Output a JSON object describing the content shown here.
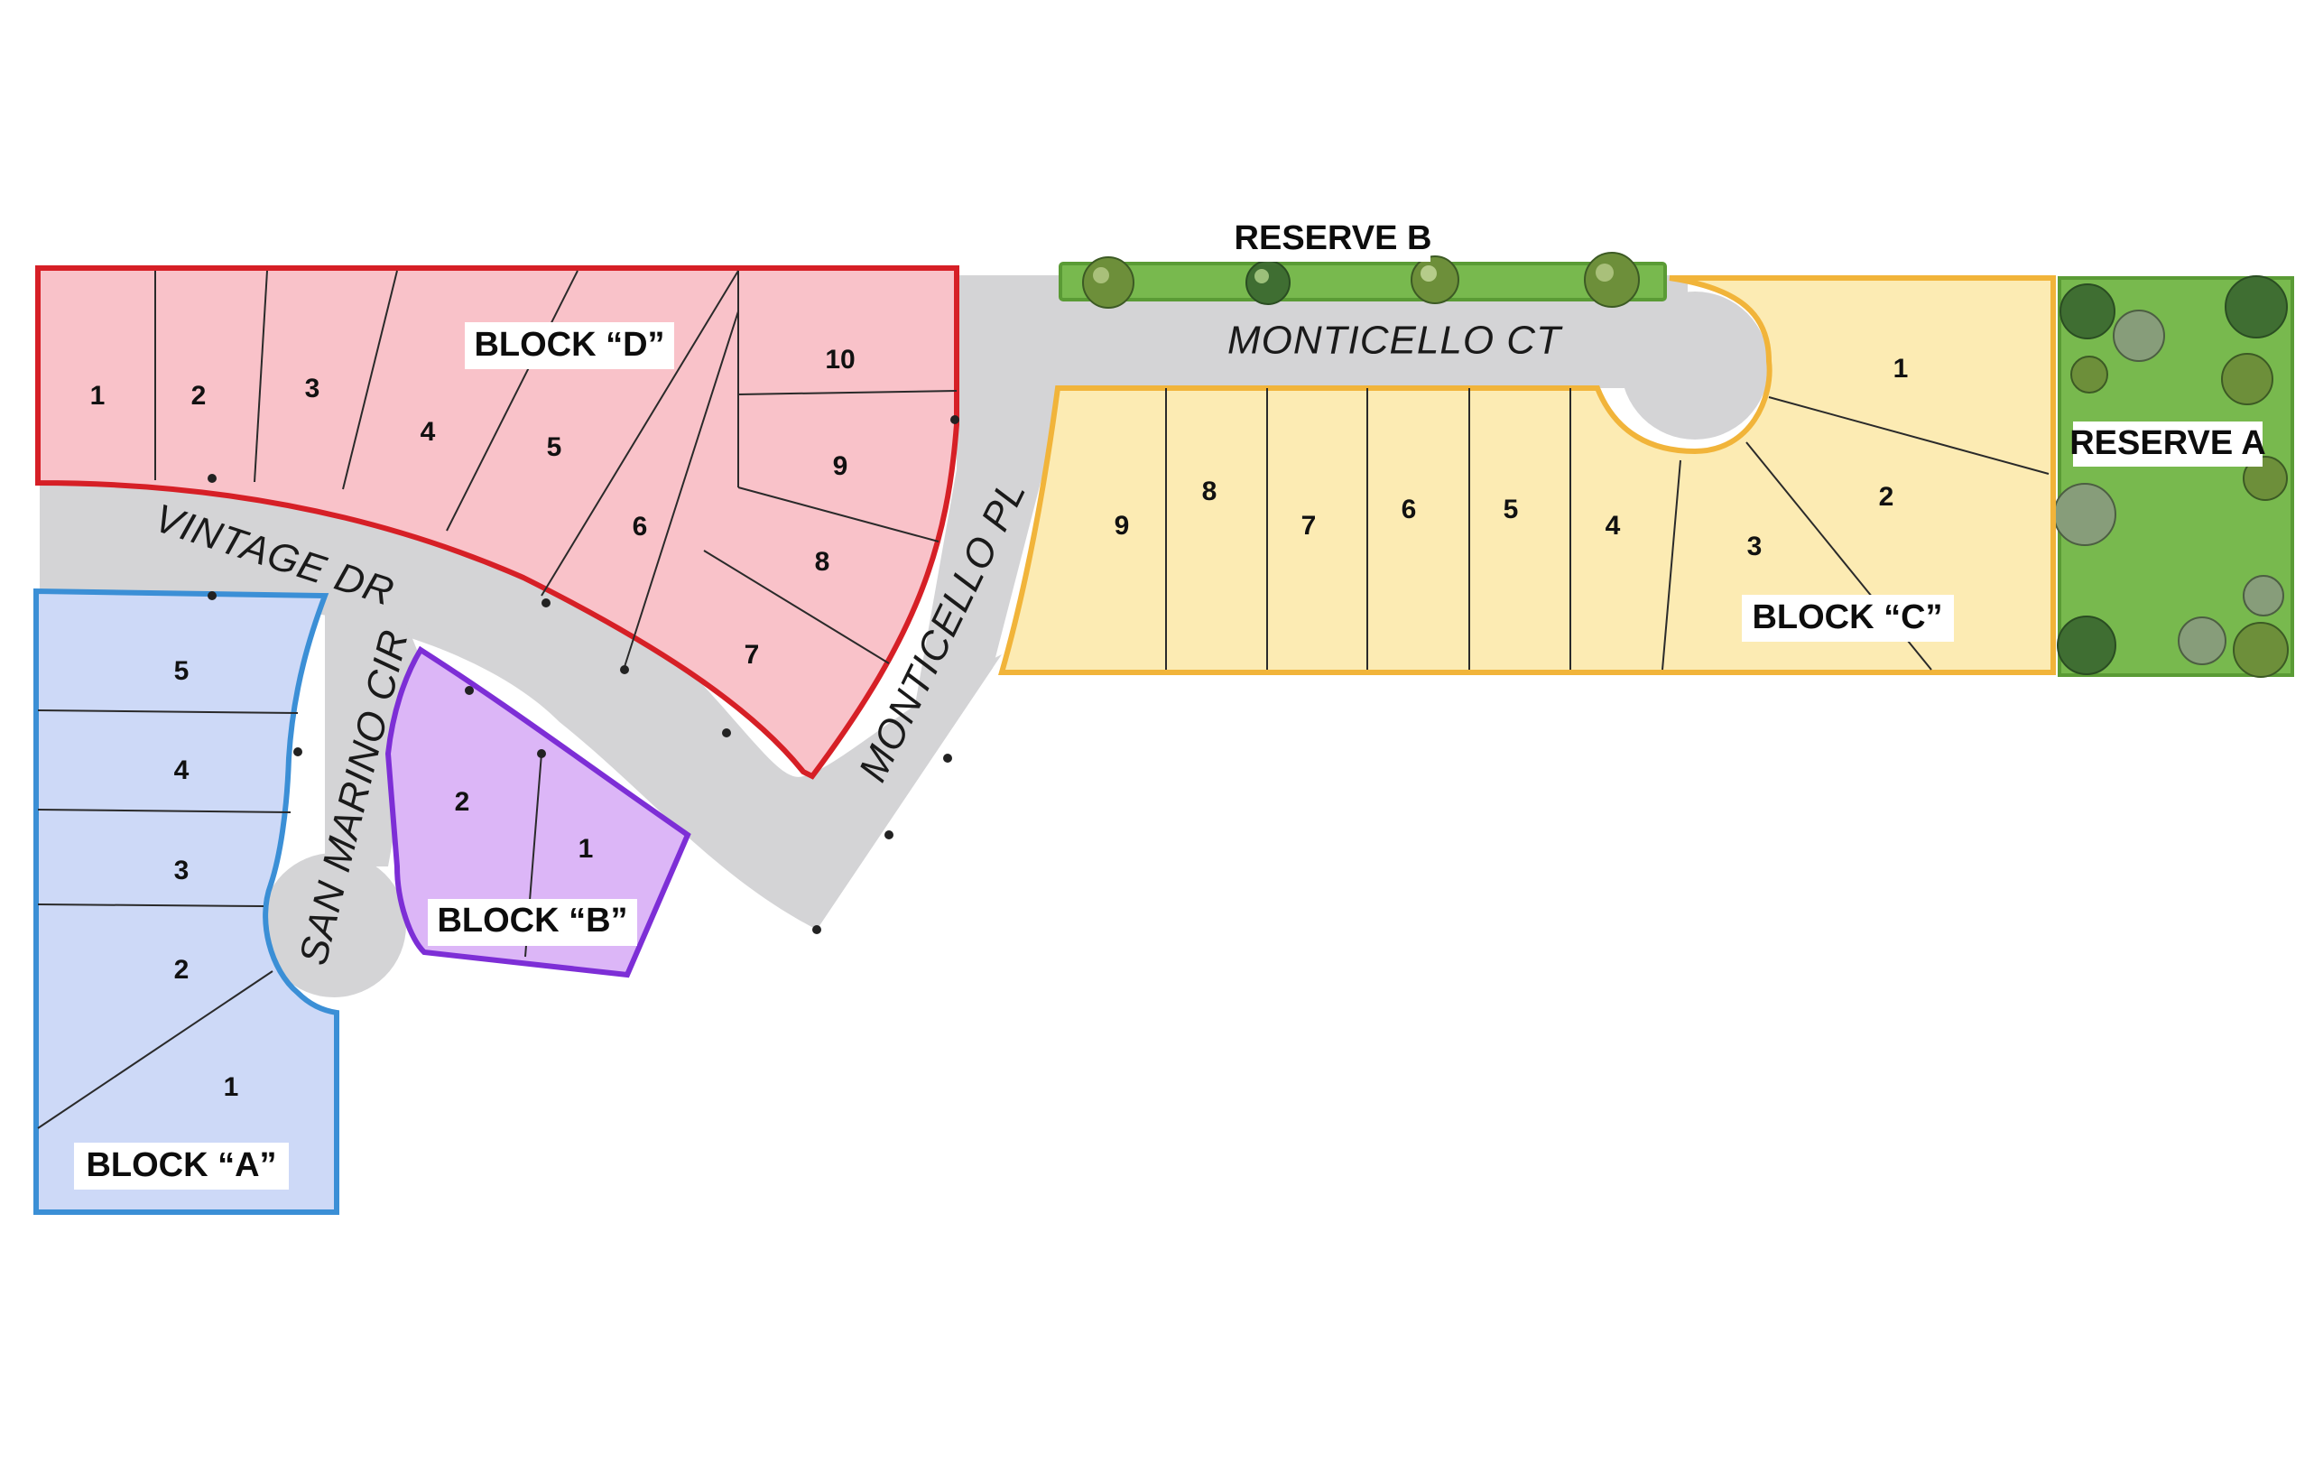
{
  "colors": {
    "block_a_fill": "#cdd9f7",
    "block_a_stroke": "#3b8fd6",
    "block_b_fill": "#dcb6f7",
    "block_b_stroke": "#7d2ed6",
    "block_c_fill": "#fcebb3",
    "block_c_stroke": "#f1b43a",
    "block_d_fill": "#f9c2c9",
    "block_d_stroke": "#d61f26",
    "reserve_fill": "#78b94e",
    "reserve_stroke": "#5a9b35",
    "road_fill": "#d4d4d6"
  },
  "streets": {
    "vintage_dr": "VINTAGE DR",
    "san_marino_cir": "SAN MARINO CIR",
    "monticello_pl": "MONTICELLO PL",
    "monticello_ct": "MONTICELLO CT"
  },
  "reserves": {
    "reserve_a": "RESERVE A",
    "reserve_b": "RESERVE B"
  },
  "blocks": {
    "a": {
      "label": "BLOCK “A”",
      "lots": [
        "1",
        "2",
        "3",
        "4",
        "5"
      ]
    },
    "b": {
      "label": "BLOCK “B”",
      "lots": [
        "1",
        "2"
      ]
    },
    "c": {
      "label": "BLOCK “C”",
      "lots": [
        "1",
        "2",
        "3",
        "4",
        "5",
        "6",
        "7",
        "8",
        "9"
      ]
    },
    "d": {
      "label": "BLOCK “D”",
      "lots": [
        "1",
        "2",
        "3",
        "4",
        "5",
        "6",
        "7",
        "8",
        "9",
        "10"
      ]
    }
  }
}
